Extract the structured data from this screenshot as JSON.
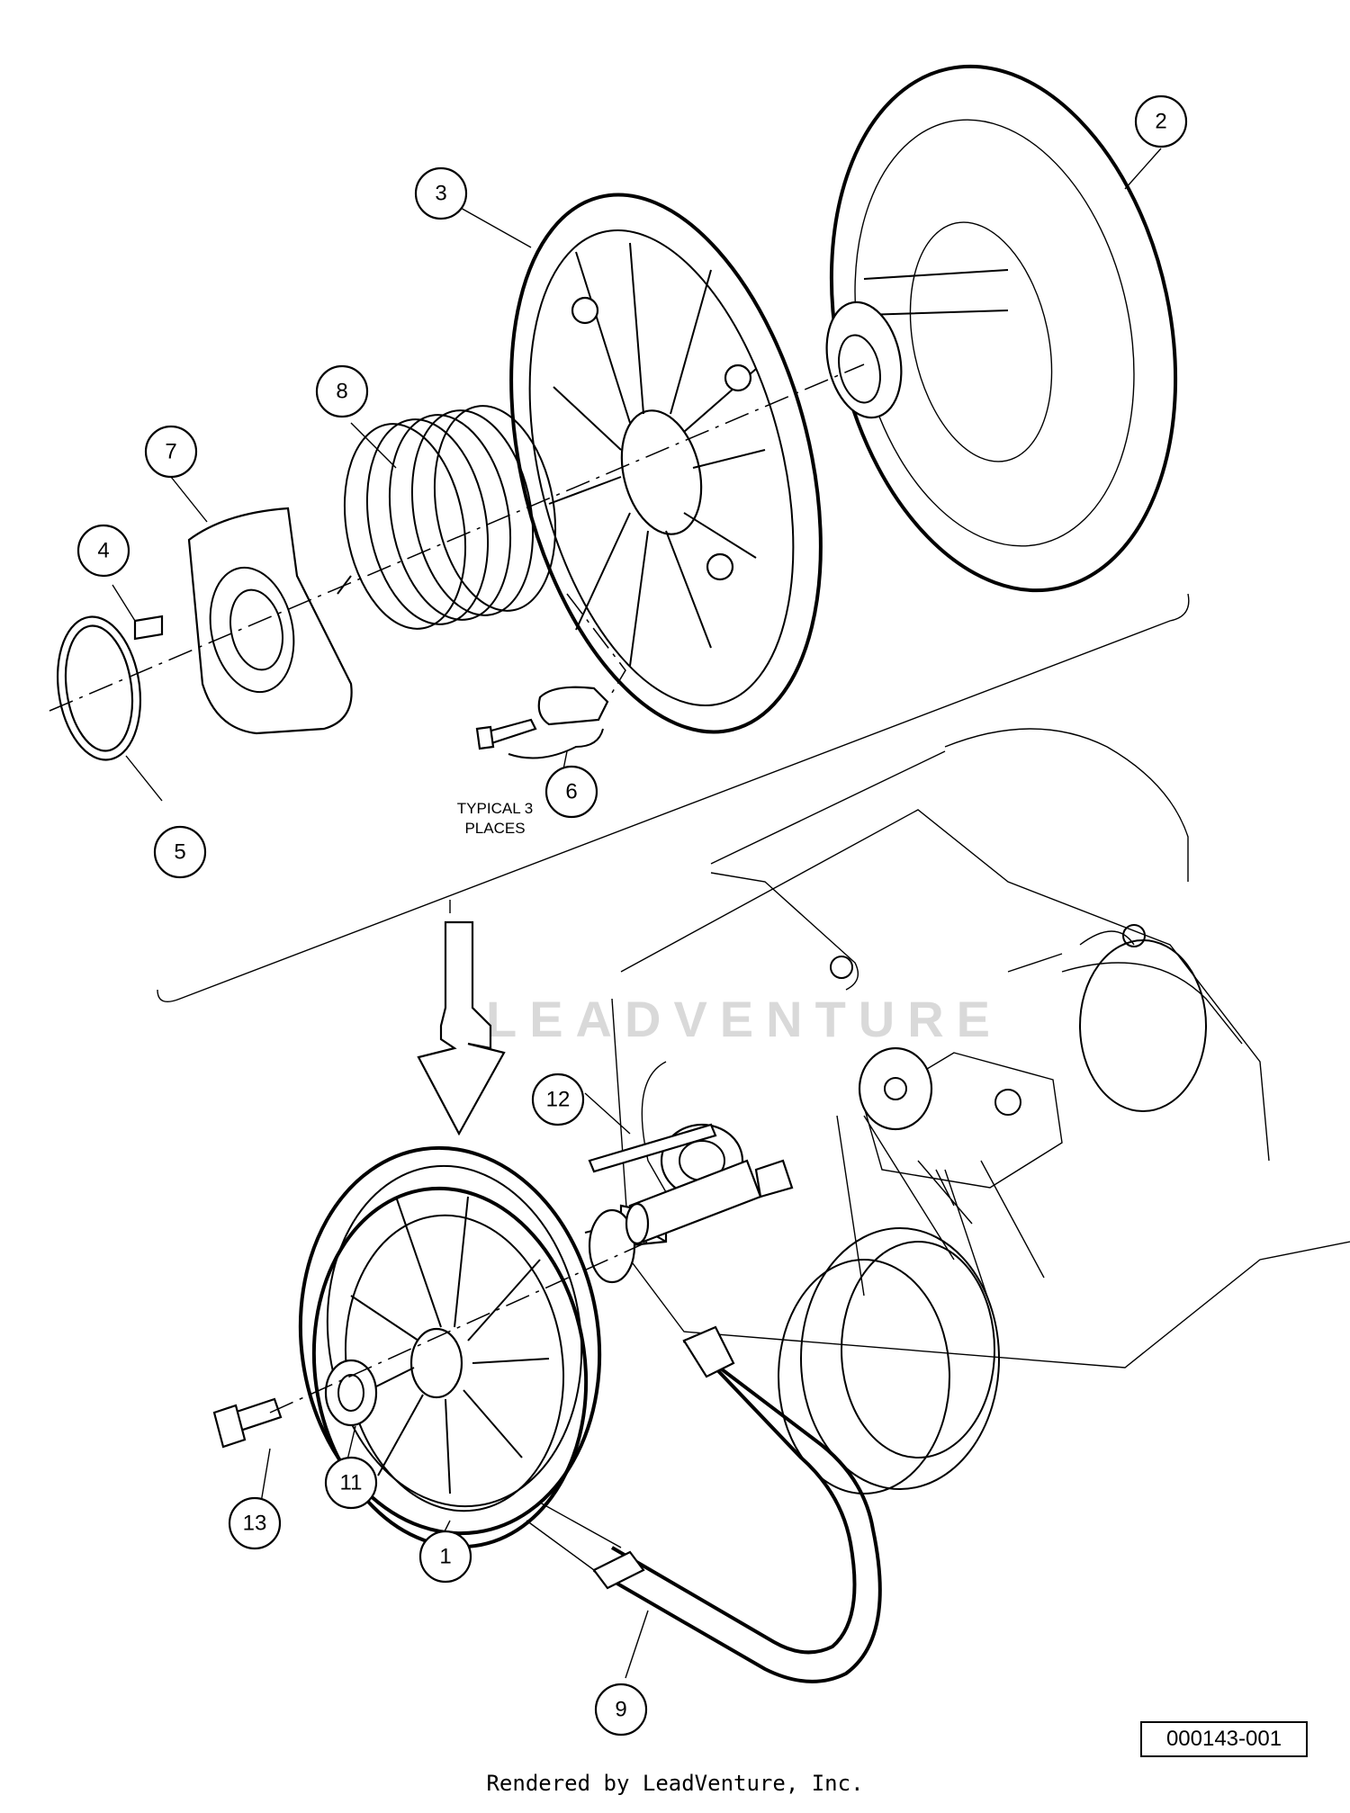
{
  "callouts": [
    {
      "id": "c1",
      "label": "1"
    },
    {
      "id": "c2",
      "label": "2"
    },
    {
      "id": "c3",
      "label": "3"
    },
    {
      "id": "c4",
      "label": "4"
    },
    {
      "id": "c5",
      "label": "5"
    },
    {
      "id": "c6",
      "label": "6"
    },
    {
      "id": "c7",
      "label": "7"
    },
    {
      "id": "c8",
      "label": "8"
    },
    {
      "id": "c9",
      "label": "9"
    },
    {
      "id": "c11",
      "label": "11"
    },
    {
      "id": "c12",
      "label": "12"
    },
    {
      "id": "c13",
      "label": "13"
    }
  ],
  "note": {
    "line1": "TYPICAL 3",
    "line2": "PLACES"
  },
  "drawing_number": "000143-001",
  "watermark": "LEADVENTURE",
  "footer": "Rendered by LeadVenture, Inc."
}
